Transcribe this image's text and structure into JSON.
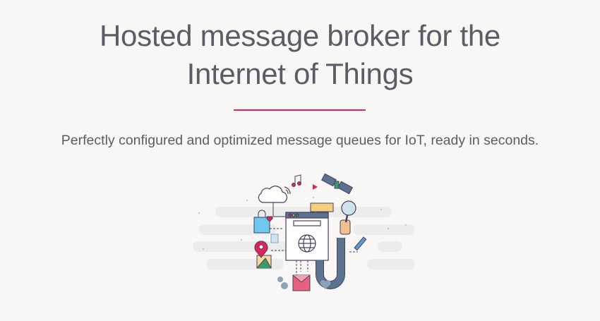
{
  "hero": {
    "title_line1": "Hosted message broker for the",
    "title_line2": "Internet of Things",
    "subtitle": "Perfectly configured and optimized message queues for IoT, ready in seconds."
  },
  "colors": {
    "background": "#f8f7f6",
    "text": "#5d5c66",
    "accent": "#e0245a",
    "illustration_outline": "#4a3f5c",
    "illustration_blue": "#5b7390"
  },
  "illustration": {
    "icons": [
      "cloud-icon",
      "music-note-icon",
      "play-icon",
      "satellite-icon",
      "shopping-bag-icon",
      "heart-icon",
      "chat-bubble-icon",
      "browser-window-icon",
      "globe-icon",
      "magnifier-icon",
      "hand-icon",
      "pencil-icon",
      "map-pin-icon",
      "map-icon",
      "film-icon",
      "gears-icon",
      "envelope-icon",
      "cable-icon"
    ]
  }
}
